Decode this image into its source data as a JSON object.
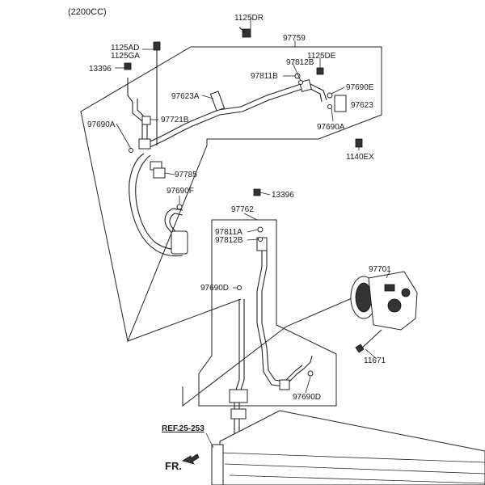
{
  "header": {
    "engine_label": "(2200CC)"
  },
  "labels": {
    "p1125DR": "1125DR",
    "p97759": "97759",
    "p1125AD": "1125AD",
    "p1125GA": "1125GA",
    "p13396_top": "13396",
    "p1125DE": "1125DE",
    "p97812B_top": "97812B",
    "p97811B": "97811B",
    "p97690E": "97690E",
    "p97623A": "97623A",
    "p97623": "97623",
    "p97721B": "97721B",
    "p97690A_left": "97690A",
    "p97690A_right": "97690A",
    "p1140EX": "1140EX",
    "p97785": "97785",
    "p97690F": "97690F",
    "p13396_mid": "13396",
    "p97762": "97762",
    "p97811A": "97811A",
    "p97812B_mid": "97812B",
    "p97701": "97701",
    "p97690D_left": "97690D",
    "p11671": "11671",
    "p97690D_right": "97690D",
    "ref": "REF.25-253",
    "fr": "FR."
  }
}
